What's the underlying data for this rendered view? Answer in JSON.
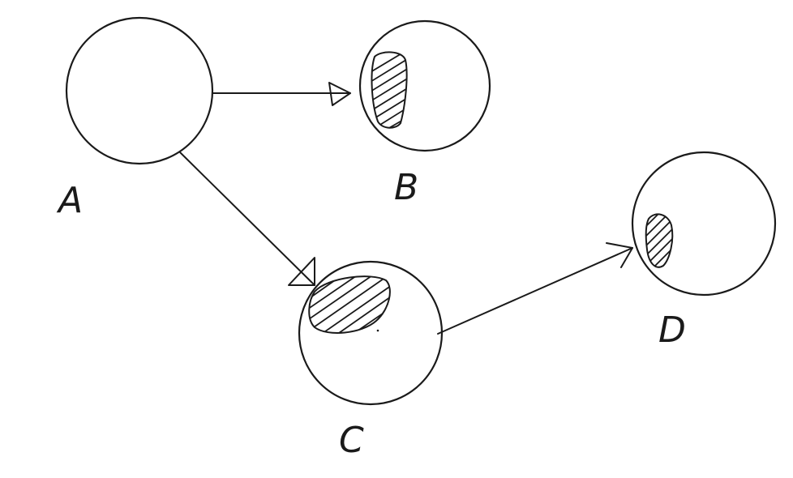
{
  "diagram": {
    "nodes": [
      {
        "id": "A",
        "label": "A",
        "shaded": false
      },
      {
        "id": "B",
        "label": "B",
        "shaded": true
      },
      {
        "id": "C",
        "label": "C",
        "shaded": true
      },
      {
        "id": "D",
        "label": "D",
        "shaded": true
      }
    ],
    "edges": [
      {
        "from": "A",
        "to": "B"
      },
      {
        "from": "A",
        "to": "C"
      },
      {
        "from": "C",
        "to": "D"
      }
    ],
    "stroke_color": "#1a1a1a"
  }
}
